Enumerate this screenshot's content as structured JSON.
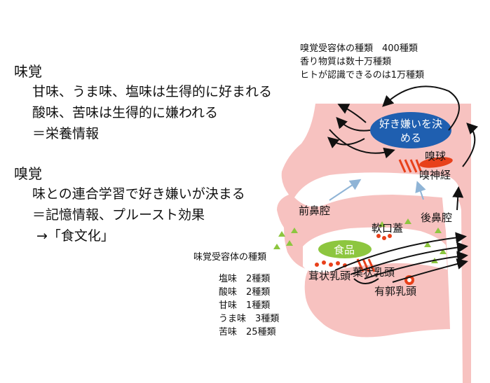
{
  "left_text": {
    "taste_heading": "味覚",
    "taste_lines": [
      "甘味、うま味、塩味は生得的に好まれる",
      "酸味、苦味は生得的に嫌われる",
      "＝栄養情報"
    ],
    "smell_heading": "嗅覚",
    "smell_lines": [
      "味との連合学習で好き嫌いが決まる",
      "＝記憶情報、プルースト効果",
      "→「食文化」"
    ]
  },
  "olfactory_info": [
    "嗅覚受容体の種類　400種類",
    "香り物質は数十万種類",
    "ヒトが認識できるのは1万種類"
  ],
  "taste_receptors": {
    "title": "味覚受容体の種類",
    "items": [
      "塩味　2種類",
      "酸味　2種類",
      "甘味　1種類",
      "うま味　3種類",
      "苦味　25種類"
    ]
  },
  "diagram_labels": {
    "brain_bubble_line1": "好き嫌いを決",
    "brain_bubble_line2": "める",
    "olfactory_bulb": "嗅球",
    "olfactory_nerve": "嗅神経",
    "front_nasal": "前鼻腔",
    "rear_nasal": "後鼻腔",
    "soft_palate": "軟口蓋",
    "food": "食品",
    "fungiform": "茸状乳頭",
    "foliate": "葉状乳頭",
    "circumvallate": "有郭乳頭"
  },
  "colors": {
    "skin": "#f7c2c0",
    "brain_bubble": "#1f5fb0",
    "food": "#8dc63f",
    "accent_red": "#e8401a",
    "odor_particles": "#8dc63f",
    "arrow_blue": "#8fb4d6"
  }
}
